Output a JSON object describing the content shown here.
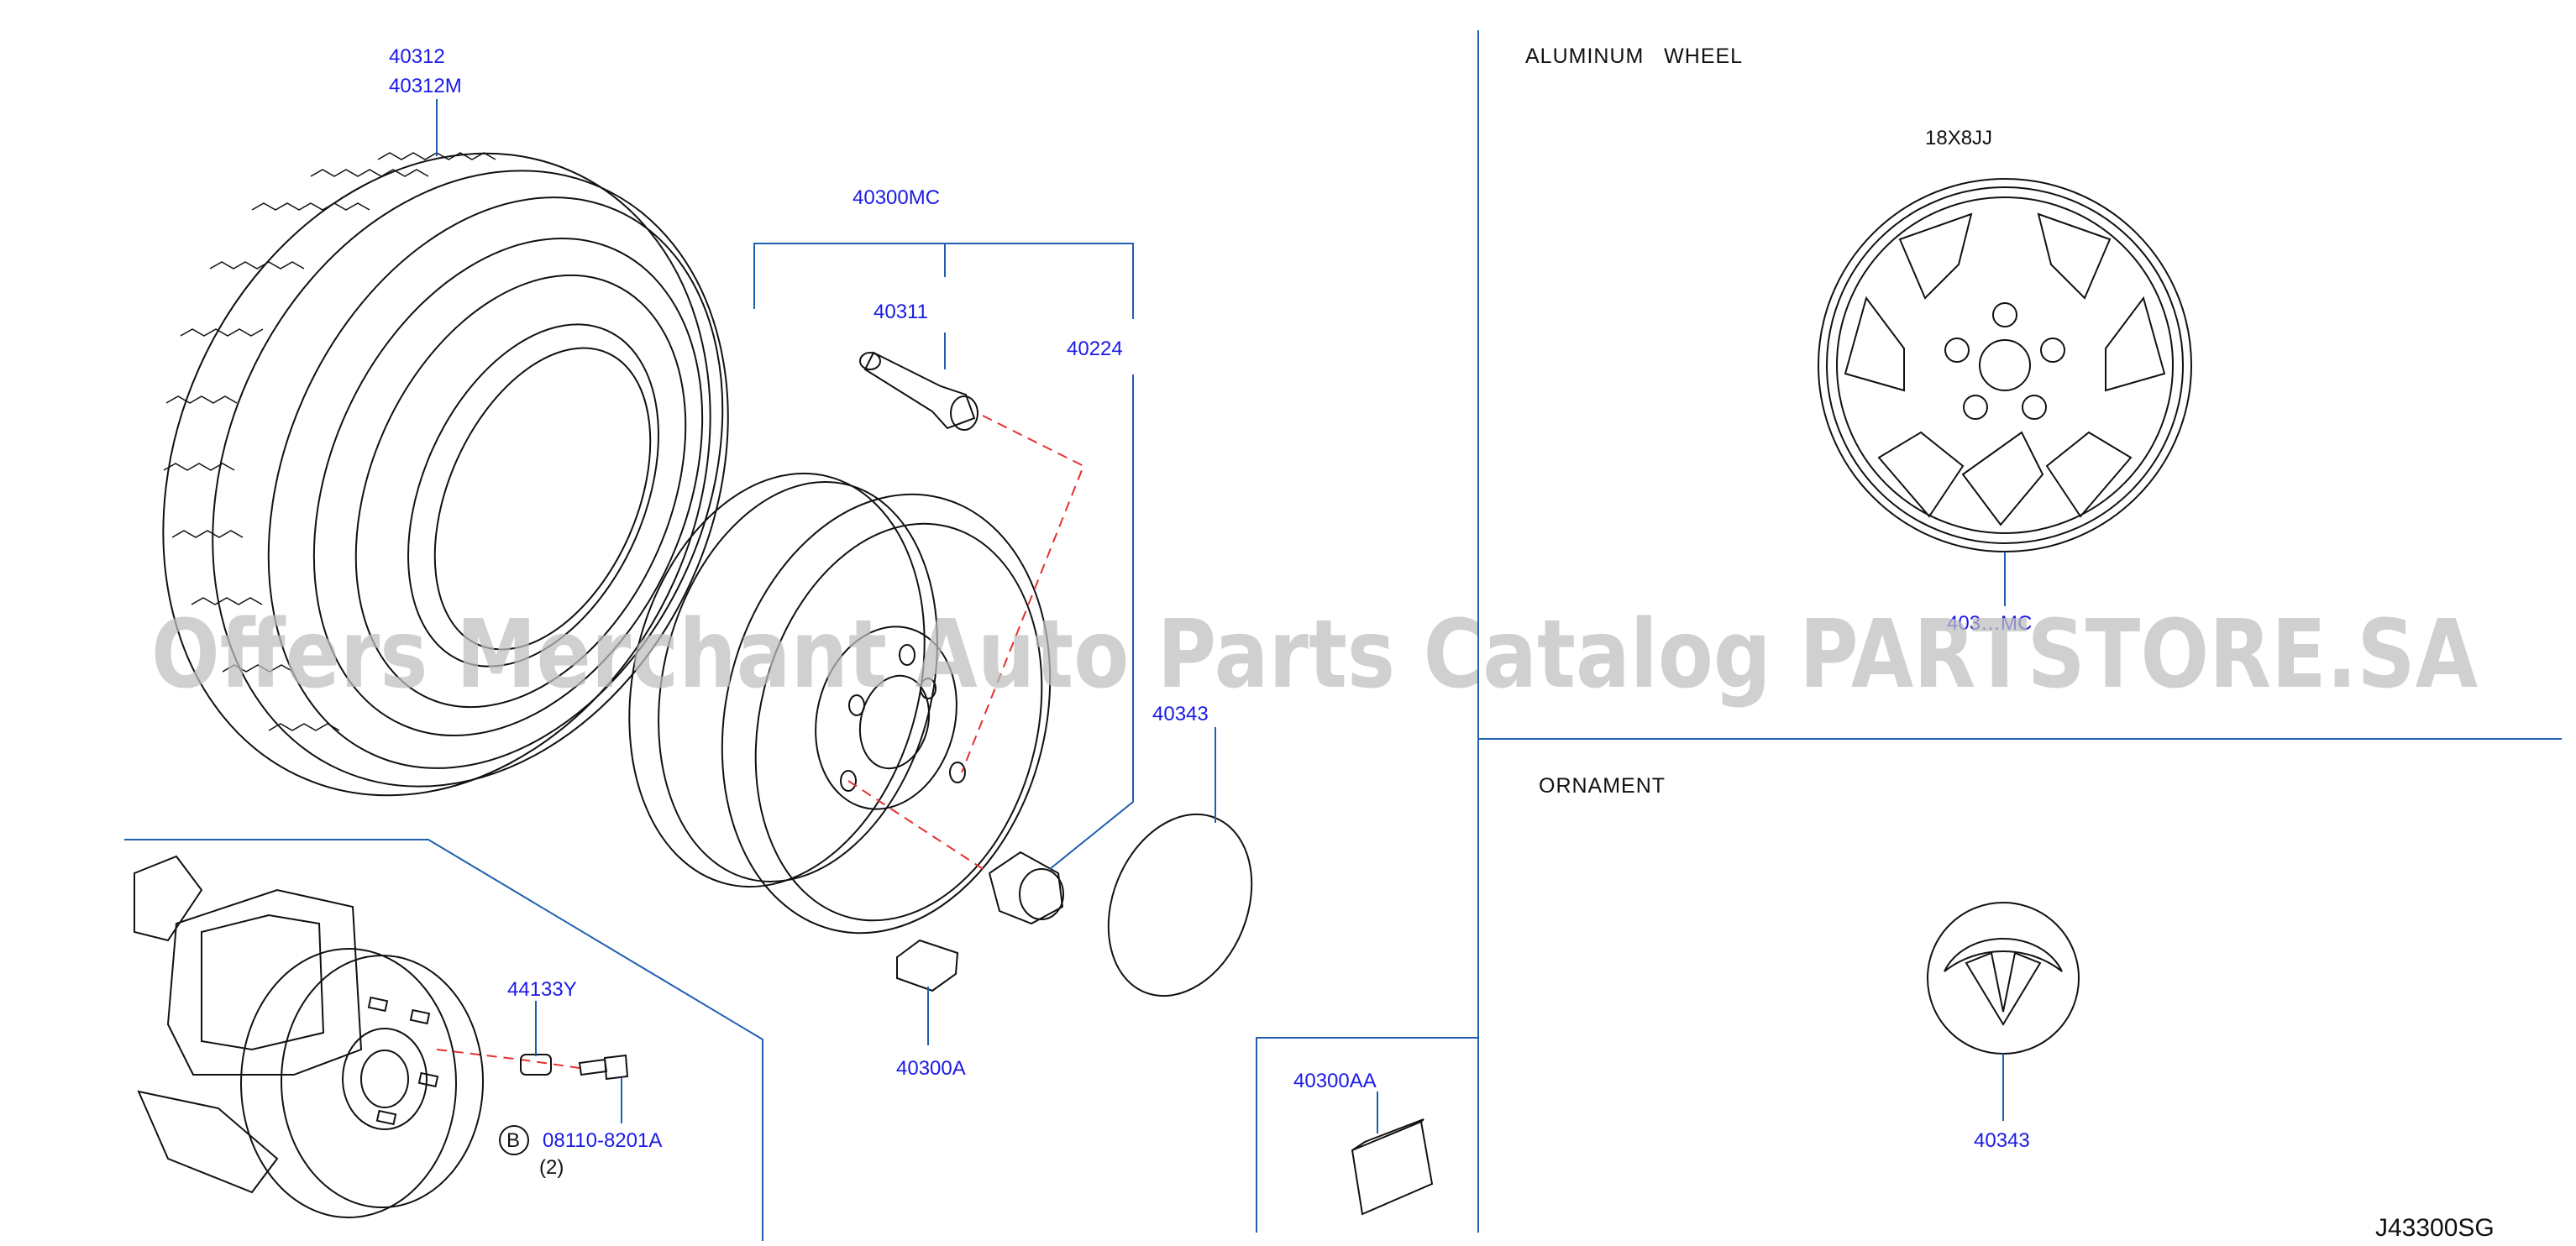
{
  "parts": {
    "tire": "40312",
    "tire_m": "40312M",
    "wheel_assy_kit": "40300MC",
    "valve": "40311",
    "nut": "40224",
    "cap": "40343",
    "balance_weight": "40300A",
    "hub_stud": "44133Y",
    "bolt": "08110-8201A",
    "bolt_qty": "(2)",
    "bolt_callout": "B",
    "weight_aa": "40300AA",
    "alloy_wheel_partial": "403…MC",
    "ornament": "40343"
  },
  "sections": {
    "aluminum_wheel": "ALUMINUM   WHEEL",
    "wheel_size": "18X8JJ",
    "ornament": "ORNAMENT"
  },
  "drawing_code": "J43300SG",
  "watermark": "Offers Merchant Auto Parts Catalog PARTSTORE.SA",
  "colors": {
    "part_number": "#1a1ae6",
    "frame": "#1f5fb0",
    "dashed_guide": "#e53030"
  }
}
